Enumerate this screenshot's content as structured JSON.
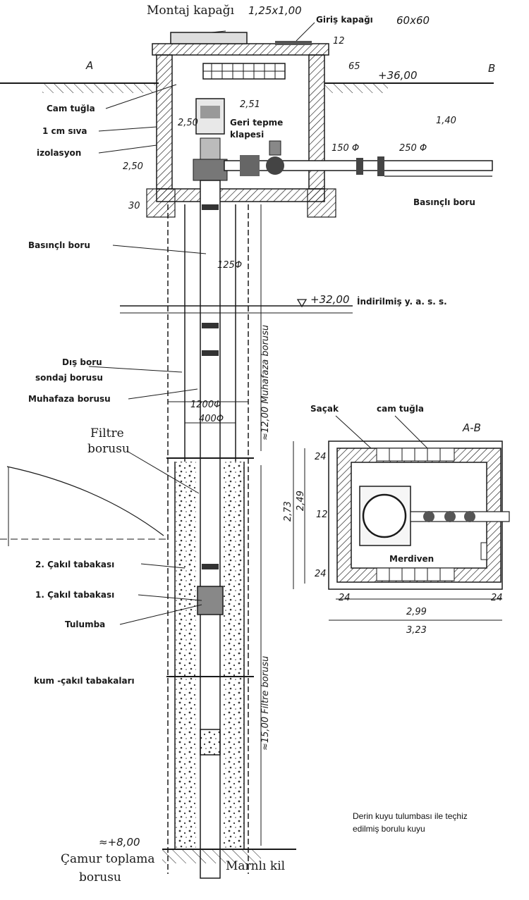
{
  "labels": {
    "montaj_kapagi": "Montaj kapağı",
    "montaj_size": "1,25x1,00",
    "giris_kapagi": "Giriş kapağı",
    "giris_size": "60x60",
    "section_a": "A",
    "section_b": "B",
    "cam_tugla": "Cam tuğla",
    "sivi": "1 cm sıva",
    "izolasyon": "izolasyon",
    "geri_tepme_1": "Geri tepme",
    "geri_tepme_2": "klapesi",
    "basincli_boru_top": "Basınçlı boru",
    "basincli_boru_left": "Basınçlı boru",
    "indirilmis": "İndirilmiş y. a. s. s.",
    "dis_boru_1": "Dış boru",
    "dis_boru_2": "sondaj borusu",
    "muhafaza_borusu": "Muhafaza borusu",
    "filtre_1": "Filtre",
    "filtre_2": "borusu",
    "cakil_2": "2. Çakıl tabakası",
    "cakil_1": "1. Çakıl tabakası",
    "tulumba": "Tulumba",
    "kum_cakil": "kum -çakıl tabakaları",
    "camur_1": "Çamur toplama",
    "camur_2": "borusu",
    "marnli_kil": "Marnlı kil",
    "sacak": "Saçak",
    "cam_tugla_plan": "cam tuğla",
    "plan_title": "A-B",
    "merdiven": "Merdiven"
  },
  "dimensions": {
    "d12": "12",
    "d65": "65",
    "elev_36": "+36,00",
    "d251": "2,51",
    "d140": "1,40",
    "d250_phi": "250 Φ",
    "d150_phi": "150 Φ",
    "d250_a": "2,50",
    "d250_b": "2,50",
    "d30": "30",
    "d125_phi": "125Φ",
    "elev_32": "+32,00",
    "muhafaza_len": "≈12,00 Muhafaza borusu",
    "d1200": "1200Φ",
    "d400": "400Φ",
    "filtre_len": "≈15,00 Filtre borusu",
    "elev_8": "≈+8,00",
    "p24a": "24",
    "p249": "2,49",
    "p273": "2,73",
    "p12": "12",
    "p24b": "24",
    "p24c": "24",
    "p24d": "24",
    "p299": "2,99",
    "p323": "3,23"
  },
  "caption": {
    "line1": "Derin kuyu tulumbası ile teçhiz",
    "line2": "edilmiş borulu kuyu"
  }
}
